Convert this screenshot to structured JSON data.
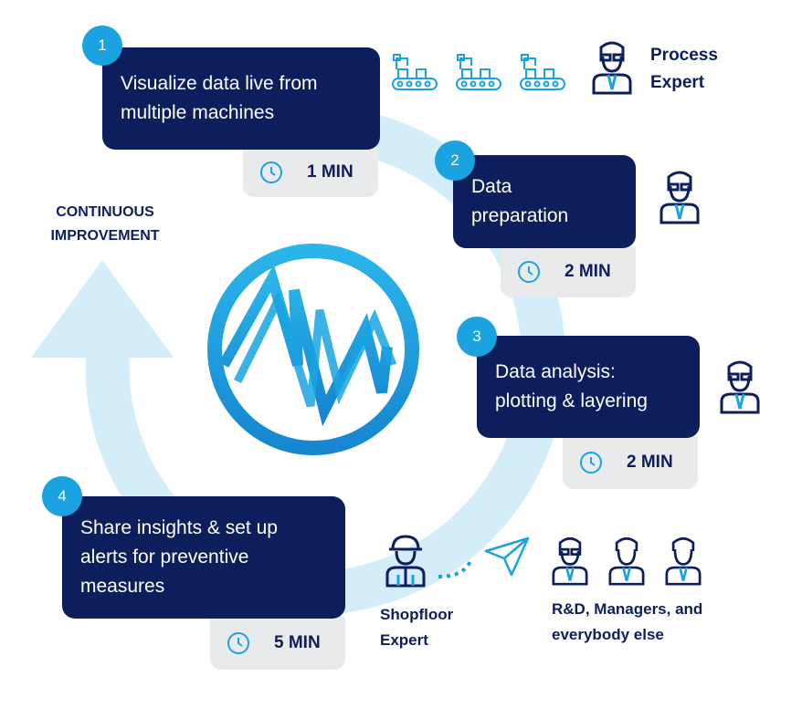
{
  "cycle_label": {
    "line1": "CONTINUOUS",
    "line2": "IMPROVEMENT"
  },
  "steps": [
    {
      "number": "1",
      "title_line1": "Visualize data live from",
      "title_line2": "multiple machines",
      "time": "1 MIN"
    },
    {
      "number": "2",
      "title_line1": "Data",
      "title_line2": "preparation",
      "time": "2 MIN"
    },
    {
      "number": "3",
      "title_line1": "Data analysis:",
      "title_line2": "plotting & layering",
      "time": "2 MIN"
    },
    {
      "number": "4",
      "title_line1": "Share insights & set up",
      "title_line2": "alerts for preventive",
      "title_line3": "measures",
      "time": "5 MIN"
    }
  ],
  "roles": {
    "process_expert": {
      "line1": "Process",
      "line2": "Expert"
    },
    "shopfloor_expert": {
      "line1": "Shopfloor",
      "line2": "Expert"
    },
    "audience": {
      "line1": "R&D, Managers, and",
      "line2": "everybody else"
    }
  },
  "colors": {
    "navy": "#0c1f5c",
    "accent_blue": "#1aa3e0",
    "light_blue": "#d3eef9",
    "time_bg": "#e9eaec"
  },
  "icons": [
    "clock-icon",
    "conveyor-robot-icon",
    "expert-person-icon",
    "worker-helmet-icon",
    "paper-plane-icon"
  ]
}
